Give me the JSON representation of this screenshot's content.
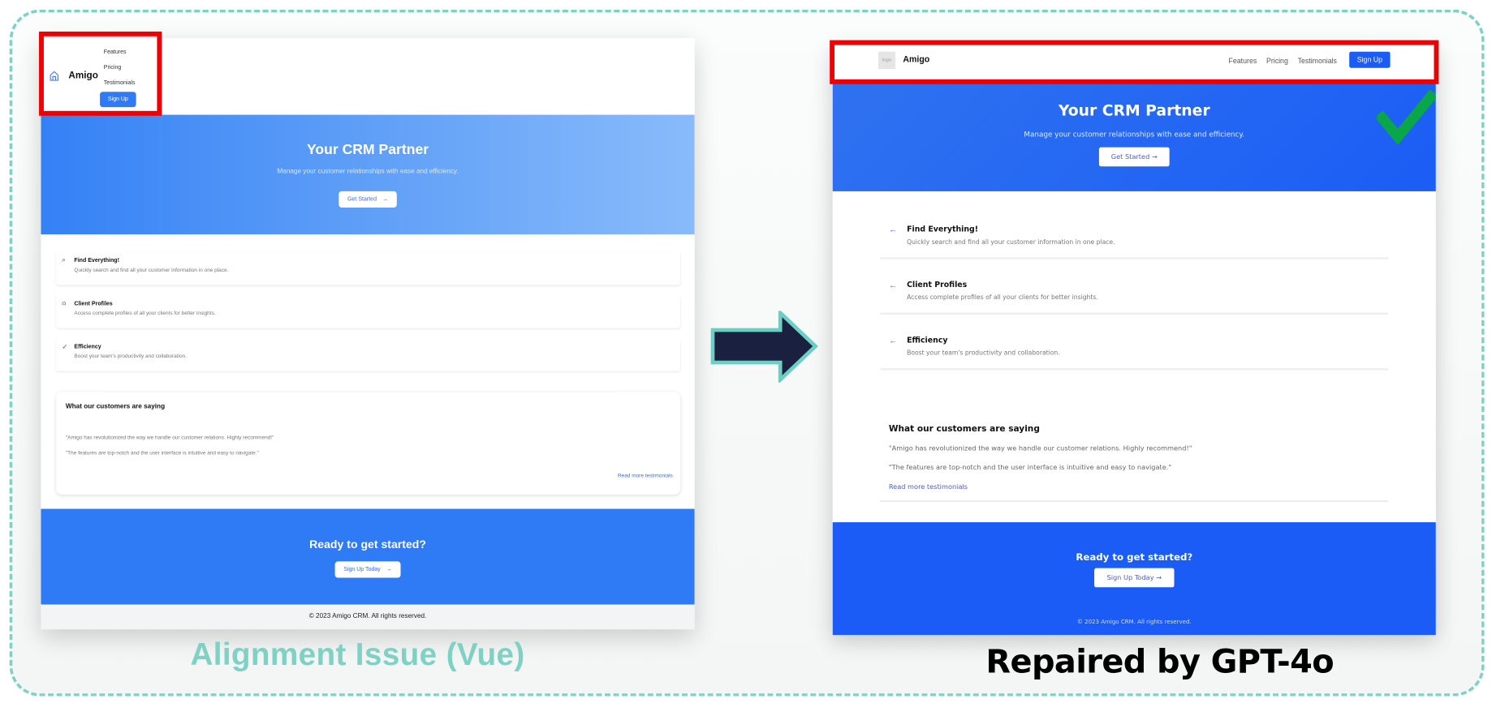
{
  "left_panel": {
    "caption": "Alignment Issue (Vue)",
    "header": {
      "brand": "Amigo",
      "home_icon": "home-icon",
      "nav": [
        "Features",
        "Pricing",
        "Testimonials"
      ],
      "signup_label": "Sign Up"
    },
    "hero": {
      "title": "Your CRM Partner",
      "subtitle": "Manage your customer relationships with ease and efficiency.",
      "button_label": "Get Started",
      "button_arrow": "→"
    },
    "features": [
      {
        "icon": "search-icon",
        "glyph": "⌕",
        "title": "Find Everything!",
        "description": "Quickly search and find all your customer information in one place."
      },
      {
        "icon": "user-icon",
        "glyph": "⍝",
        "title": "Client Profiles",
        "description": "Access complete profiles of all your clients for better insights."
      },
      {
        "icon": "check-icon",
        "glyph": "✓",
        "title": "Efficiency",
        "description": "Boost your team's productivity and collaboration."
      }
    ],
    "testimonials": {
      "title": "What our customers are saying",
      "quotes": [
        "\"Amigo has revolutionized the way we handle our customer relations. Highly recommend!\"",
        "\"The features are top-notch and the user interface is intuitive and easy to navigate.\""
      ],
      "link_label": "Read more testimonials"
    },
    "cta": {
      "title": "Ready to get started?",
      "button_label": "Sign Up Today",
      "button_arrow": "→"
    },
    "footer": "© 2023 Amigo CRM. All rights reserved."
  },
  "right_panel": {
    "caption": "Repaired by GPT-4o",
    "header": {
      "brand": "Amigo",
      "logo_alt": "logo",
      "nav": [
        "Features",
        "Pricing",
        "Testimonials"
      ],
      "signup_label": "Sign Up"
    },
    "hero": {
      "title": "Your CRM Partner",
      "subtitle": "Manage your customer relationships with ease and efficiency.",
      "button_label": "Get Started →"
    },
    "features": [
      {
        "icon": "arrow-left-icon",
        "glyph": "←",
        "title": "Find Everything!",
        "description": "Quickly search and find all your customer information in one place."
      },
      {
        "icon": "arrow-left-icon",
        "glyph": "←",
        "title": "Client Profiles",
        "description": "Access complete profiles of all your clients for better insights."
      },
      {
        "icon": "arrow-left-icon",
        "glyph": "←",
        "title": "Efficiency",
        "description": "Boost your team's productivity and collaboration."
      }
    ],
    "testimonials": {
      "title": "What our customers are saying",
      "quotes": [
        "\"Amigo has revolutionized the way we handle our customer relations. Highly recommend!\"",
        "\"The features are top-notch and the user interface is intuitive and easy to navigate.\""
      ],
      "link_label": "Read more testimonials"
    },
    "cta": {
      "title": "Ready to get started?",
      "button_label": "Sign Up Today →"
    },
    "footer": "© 2023 Amigo CRM. All rights reserved."
  },
  "colors": {
    "frame_dash": "#7fd1c4",
    "highlight_box": "#ee0000",
    "left_brand_blue": "#2f7bf5",
    "right_brand_blue": "#1a5cf5",
    "checkmark": "#0aa64a",
    "arrow_fill": "#1a2140",
    "arrow_stroke": "#6ccfc4"
  }
}
